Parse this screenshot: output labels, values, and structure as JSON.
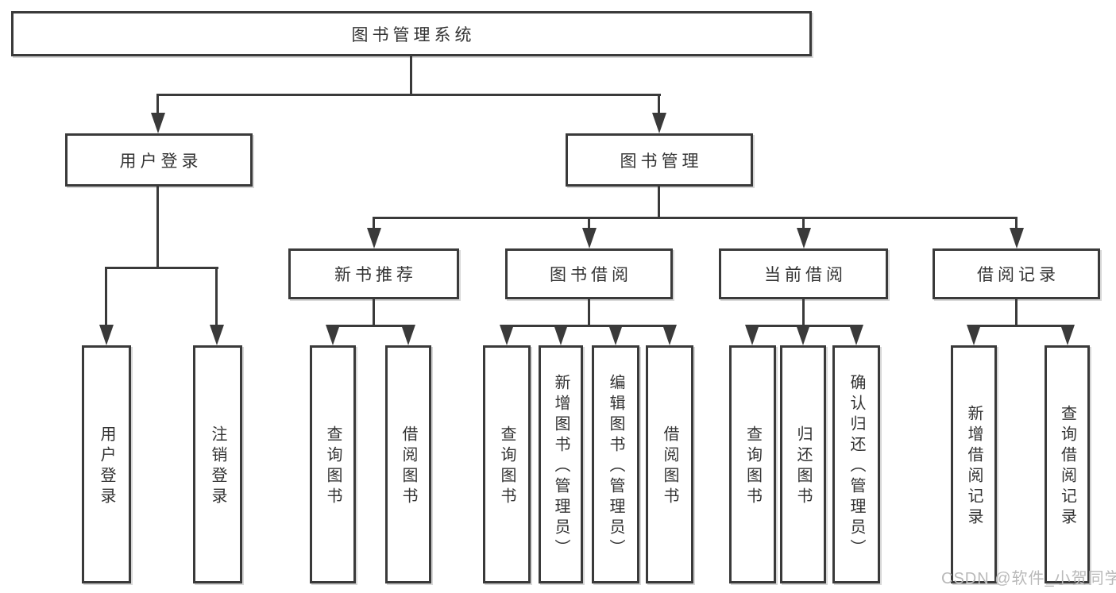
{
  "tree": {
    "root": "图书管理系统",
    "branches": [
      {
        "label": "用户登录",
        "children": [
          {
            "label": "用户登录"
          },
          {
            "label": "注销登录"
          }
        ]
      },
      {
        "label": "图书管理",
        "sections": [
          {
            "label": "新书推荐",
            "children": [
              {
                "label": "查询图书"
              },
              {
                "label": "借阅图书"
              }
            ]
          },
          {
            "label": "图书借阅",
            "children": [
              {
                "label": "查询图书"
              },
              {
                "label": "新增图书（管理员）"
              },
              {
                "label": "编辑图书（管理员）"
              },
              {
                "label": "借阅图书"
              }
            ]
          },
          {
            "label": "当前借阅",
            "children": [
              {
                "label": "查询图书"
              },
              {
                "label": "归还图书"
              },
              {
                "label": "确认归还（管理员）"
              }
            ]
          },
          {
            "label": "借阅记录",
            "children": [
              {
                "label": "新增借阅记录"
              },
              {
                "label": "查询借阅记录"
              }
            ]
          }
        ]
      }
    ]
  },
  "watermark": "CSDN @软件_小贺同学",
  "colors": {
    "line": "#3a3a3a",
    "text": "#333333",
    "background": "#ffffff",
    "watermark": "#b9b9b9"
  }
}
